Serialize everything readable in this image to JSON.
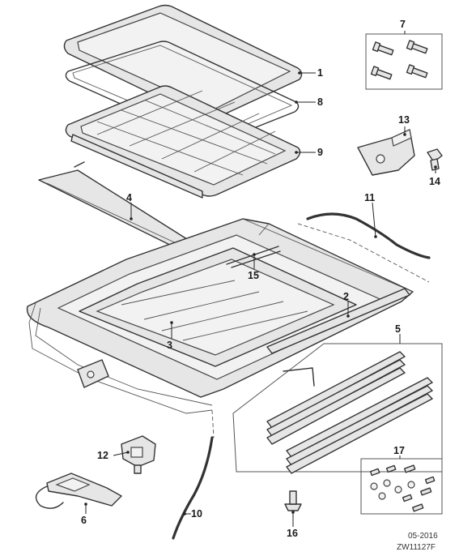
{
  "diagram": {
    "callouts": [
      {
        "id": "c1",
        "label": "1"
      },
      {
        "id": "c2",
        "label": "2"
      },
      {
        "id": "c3",
        "label": "3"
      },
      {
        "id": "c4",
        "label": "4"
      },
      {
        "id": "c5",
        "label": "5"
      },
      {
        "id": "c6",
        "label": "6"
      },
      {
        "id": "c7",
        "label": "7"
      },
      {
        "id": "c8",
        "label": "8"
      },
      {
        "id": "c9",
        "label": "9"
      },
      {
        "id": "c10",
        "label": "10"
      },
      {
        "id": "c11",
        "label": "11"
      },
      {
        "id": "c12",
        "label": "12"
      },
      {
        "id": "c13",
        "label": "13"
      },
      {
        "id": "c14",
        "label": "14"
      },
      {
        "id": "c15",
        "label": "15"
      },
      {
        "id": "c16",
        "label": "16"
      },
      {
        "id": "c17",
        "label": "17"
      }
    ],
    "footer": {
      "date": "05-2016",
      "reference": "ZW11127F"
    }
  }
}
